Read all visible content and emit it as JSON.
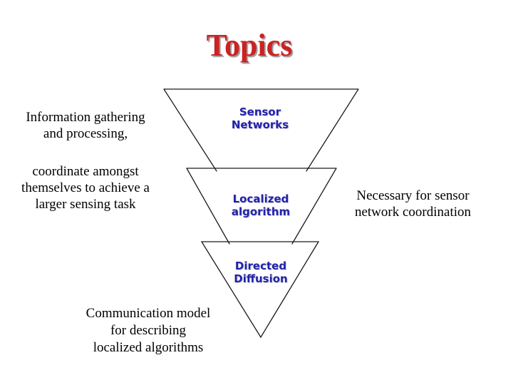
{
  "title": {
    "text": "Topics"
  },
  "funnel": {
    "levels": [
      {
        "name": "sensor-networks",
        "lines": [
          "Sensor",
          "Networks"
        ]
      },
      {
        "name": "localized-algorithm",
        "lines": [
          "Localized",
          "algorithm"
        ]
      },
      {
        "name": "directed-diffusion",
        "lines": [
          "Directed",
          "Diffusion"
        ]
      }
    ]
  },
  "notes": {
    "left_para1_lines": [
      "Information gathering",
      "and processing,"
    ],
    "left_para2_lines": [
      "coordinate amongst",
      "themselves to achieve a",
      "larger sensing task"
    ],
    "right_lines": [
      "Necessary for sensor",
      "network coordination"
    ],
    "bottom_lines": [
      "Communication model",
      "for describing",
      "localized algorithms"
    ]
  },
  "colors": {
    "title_red": "#cc2222",
    "title_shadow": "#9a9a9a",
    "label_blue": "#2222a8",
    "outline": "#1a1a1a",
    "body_text": "#000000",
    "background": "#ffffff"
  }
}
